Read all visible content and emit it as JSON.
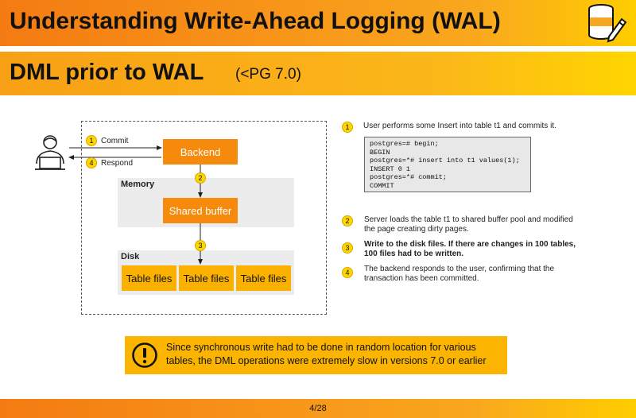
{
  "header": {
    "title": "Understanding Write-Ahead Logging (WAL)",
    "logo_icon": "database-edit-icon"
  },
  "subheader": {
    "title": "DML prior to WAL",
    "subtitle": "(<PG 7.0)"
  },
  "diagram": {
    "commit_label": "Commit",
    "respond_label": "Respond",
    "backend_label": "Backend",
    "memory_label": "Memory",
    "shared_buffer_label": "Shared buffer",
    "disk_label": "Disk",
    "table_files": [
      "Table files",
      "Table files",
      "Table files"
    ],
    "steps": [
      "1",
      "2",
      "3",
      "4"
    ]
  },
  "notes": {
    "n1": {
      "num": "1",
      "text": "User performs some Insert into table t1 and commits it."
    },
    "code_lines": [
      "postgres=# begin;",
      "BEGIN",
      "postgres=*# insert into t1 values(1);",
      "INSERT 0 1",
      "postgres=*# commit;",
      "COMMIT"
    ],
    "n2": {
      "num": "2",
      "text": "Server loads the table t1 to shared buffer pool and modified the page creating dirty pages."
    },
    "n3": {
      "num": "3",
      "text": "Write to the disk files. If there are changes in 100 tables, 100 files had to be written."
    },
    "n4": {
      "num": "4",
      "text": "The backend responds to the user, confirming that the transaction has been committed."
    }
  },
  "warning": {
    "icon": "exclamation-circle-icon",
    "text": "Since synchronous write had to be done in random location for various tables, the DML operations were extremely slow in versions 7.0 or earlier"
  },
  "footer": {
    "page": "4/28"
  },
  "colors": {
    "orange": "#f58a0c",
    "yellow": "#fbb100",
    "header_start": "#f47b12",
    "header_end": "#ffcd00"
  }
}
